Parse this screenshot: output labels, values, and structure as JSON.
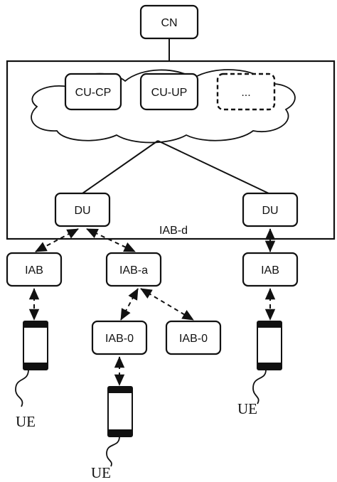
{
  "nodes": {
    "cn": "CN",
    "cu_cp": "CU-CP",
    "cu_up": "CU-UP",
    "more": "...",
    "du_left": "DU",
    "du_right": "DU",
    "iab_donor": "IAB-d",
    "iab_left": "IAB",
    "iab_a": "IAB-a",
    "iab_right": "IAB",
    "iab_0_left": "IAB-0",
    "iab_0_right": "IAB-0"
  },
  "ue": {
    "left": "UE",
    "middle": "UE",
    "right": "UE"
  }
}
